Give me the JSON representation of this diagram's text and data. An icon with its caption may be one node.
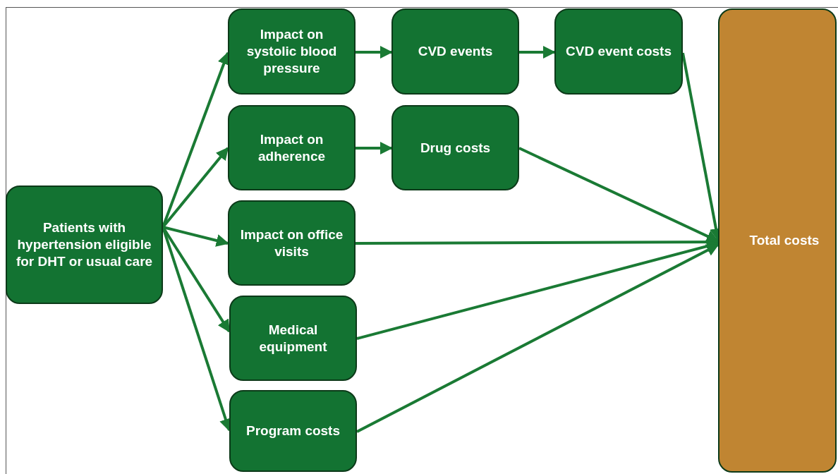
{
  "diagram": {
    "nodes": [
      {
        "text": [
          "Patients with hypertension eligible for DHT or usual care"
        ]
      },
      {
        "text": [
          "Impact on systolic blood pressure"
        ]
      },
      {
        "text": [
          "CVD events"
        ]
      },
      {
        "text": [
          "CVD event costs"
        ]
      },
      {
        "text": [
          "Impact on adherence"
        ]
      },
      {
        "text": [
          "Drug costs"
        ]
      },
      {
        "text": [
          "Impact on office visits"
        ]
      },
      {
        "text": [
          "Medical equipment"
        ]
      },
      {
        "text": [
          "Program costs"
        ]
      },
      {
        "text": [
          "Total costs"
        ]
      }
    ],
    "edges": [
      {
        "from": 0,
        "to": 1,
        "arrow": "to"
      },
      {
        "from": 0,
        "to": 4,
        "arrow": "to"
      },
      {
        "from": 0,
        "to": 6,
        "arrow": "to"
      },
      {
        "from": 0,
        "to": 7,
        "arrow": "to"
      },
      {
        "from": 0,
        "to": 8,
        "arrow": "to"
      },
      {
        "from": 1,
        "to": 2,
        "arrow": "to"
      },
      {
        "from": 2,
        "to": 3,
        "arrow": "to"
      },
      {
        "from": 4,
        "to": 5,
        "arrow": "to"
      },
      {
        "from": 3,
        "to": 9,
        "arrow": "to"
      },
      {
        "from": 5,
        "to": 9,
        "arrow": "to"
      },
      {
        "from": 6,
        "to": 9,
        "arrow": "to"
      },
      {
        "from": 7,
        "to": 9,
        "arrow": "to"
      },
      {
        "from": 8,
        "to": 9,
        "arrow": "to"
      }
    ]
  }
}
